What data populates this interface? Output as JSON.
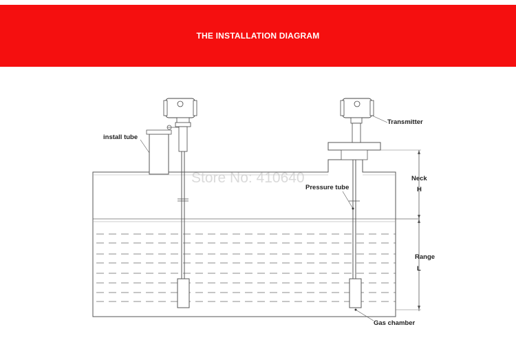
{
  "header": {
    "title": "THE INSTALLATION DIAGRAM",
    "background_color": "#f50f0f",
    "text_color": "#ffffff"
  },
  "labels": {
    "install_tube": "install tube",
    "transmitter": "Transmitter",
    "pressure_tube": "Pressure tube",
    "neck": "Neck",
    "neck_symbol": "H",
    "range": "Range",
    "range_symbol": "L",
    "gas_chamber": "Gas chamber"
  },
  "watermark": "Store No: 410640"
}
